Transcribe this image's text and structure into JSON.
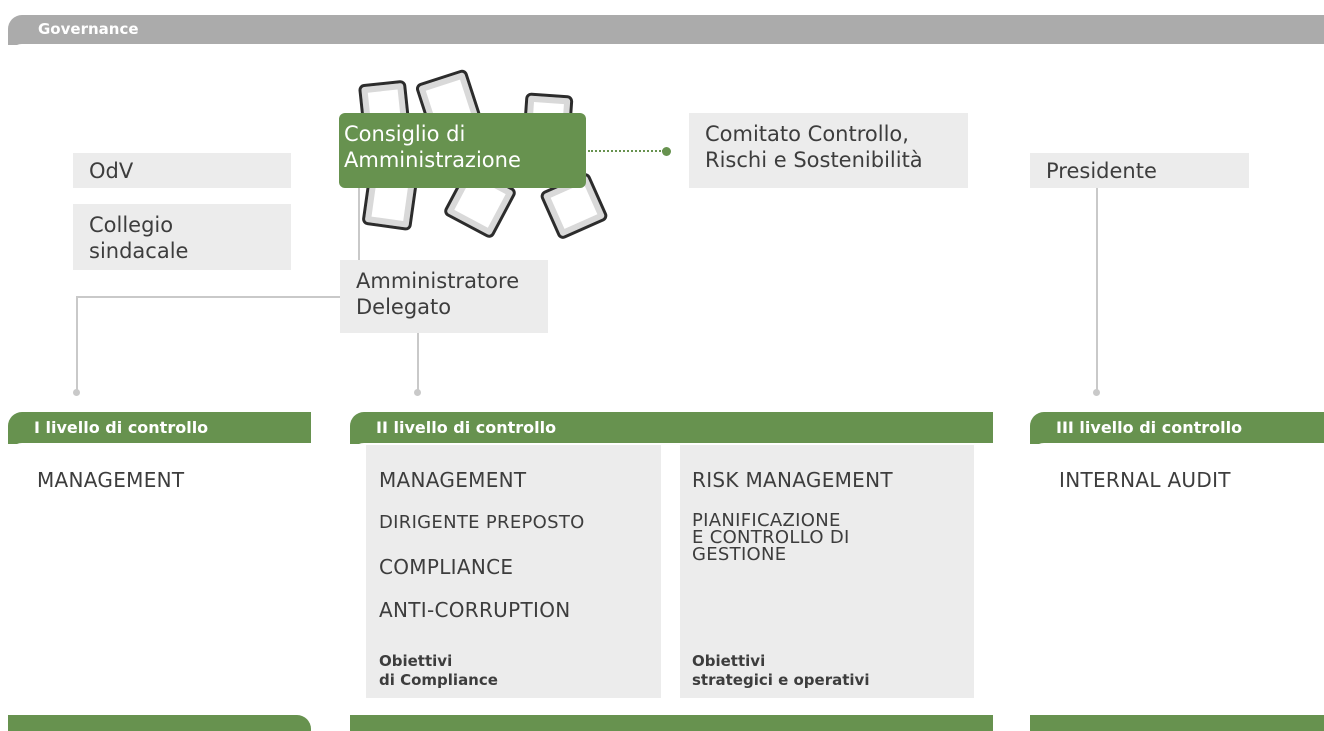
{
  "governance": {
    "title": "Governance"
  },
  "boxes": {
    "odv": "OdV",
    "collegio_l1": "Collegio",
    "collegio_l2": "sindacale",
    "cda_l1": "Consiglio di",
    "cda_l2": "Amministrazione",
    "comitato_l1": "Comitato Controllo,",
    "comitato_l2": "Rischi e Sostenibilità",
    "presidente": "Presidente",
    "amm_l1": "Amministratore",
    "amm_l2": "Delegato"
  },
  "levels": [
    {
      "title": "I livello di controllo",
      "items": [
        "MANAGEMENT"
      ]
    },
    {
      "title": "II livello di controllo",
      "col_a": [
        "MANAGEMENT",
        "DIRIGENTE PREPOSTO",
        "COMPLIANCE",
        "ANTI-CORRUPTION"
      ],
      "col_b_1": "RISK MANAGEMENT",
      "col_b_2": [
        "PIANIFICAZIONE",
        "E CONTROLLO DI",
        "GESTIONE"
      ],
      "obj_a": [
        "Obiettivi",
        "di Compliance"
      ],
      "obj_b": [
        "Obiettivi",
        "strategici e operativi"
      ]
    },
    {
      "title": "III livello di controllo",
      "items": [
        "INTERNAL AUDIT"
      ]
    }
  ],
  "colors": {
    "green": "#67924f",
    "grey_band": "#ababab",
    "box_grey": "#ececec",
    "connector": "#c9c9c9"
  }
}
